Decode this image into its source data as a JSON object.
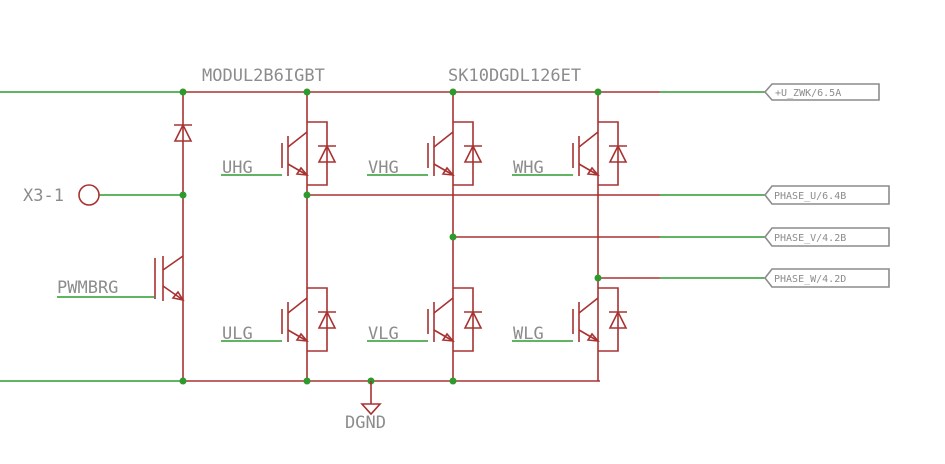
{
  "labels": {
    "part_module": "MODUL2B6IGBT",
    "part_device": "SK10DGDL126ET",
    "connector": "X3-1",
    "brake_gate": "PWMBRG",
    "ground": "DGND"
  },
  "gates": {
    "high": [
      "UHG",
      "VHG",
      "WHG"
    ],
    "low": [
      "ULG",
      "VLG",
      "WLG"
    ]
  },
  "ports": {
    "dc_bus": "+U_ZWK/6.5A",
    "phase_u": "PHASE_U/6.4B",
    "phase_v": "PHASE_V/4.2B",
    "phase_w": "PHASE_W/4.2D"
  },
  "colors": {
    "net": "#2e9a2e",
    "component": "#a83232",
    "label": "#8c8c8c"
  }
}
